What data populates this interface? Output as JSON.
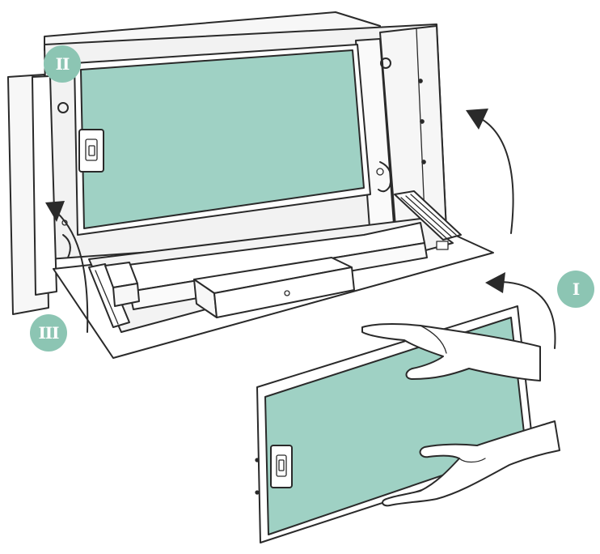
{
  "steps": [
    {
      "id": "step-1",
      "label": "I"
    },
    {
      "id": "step-2",
      "label": "II"
    },
    {
      "id": "step-3",
      "label": "III"
    }
  ],
  "colors": {
    "filter_mesh": "#9fd1c4",
    "badge": "#8cc5b3",
    "outline": "#2a2a2a",
    "panel_fill": "#f4f4f4",
    "skin": "#ffffff"
  },
  "icons": [
    "curved-arrow-icon",
    "hand-icon"
  ]
}
